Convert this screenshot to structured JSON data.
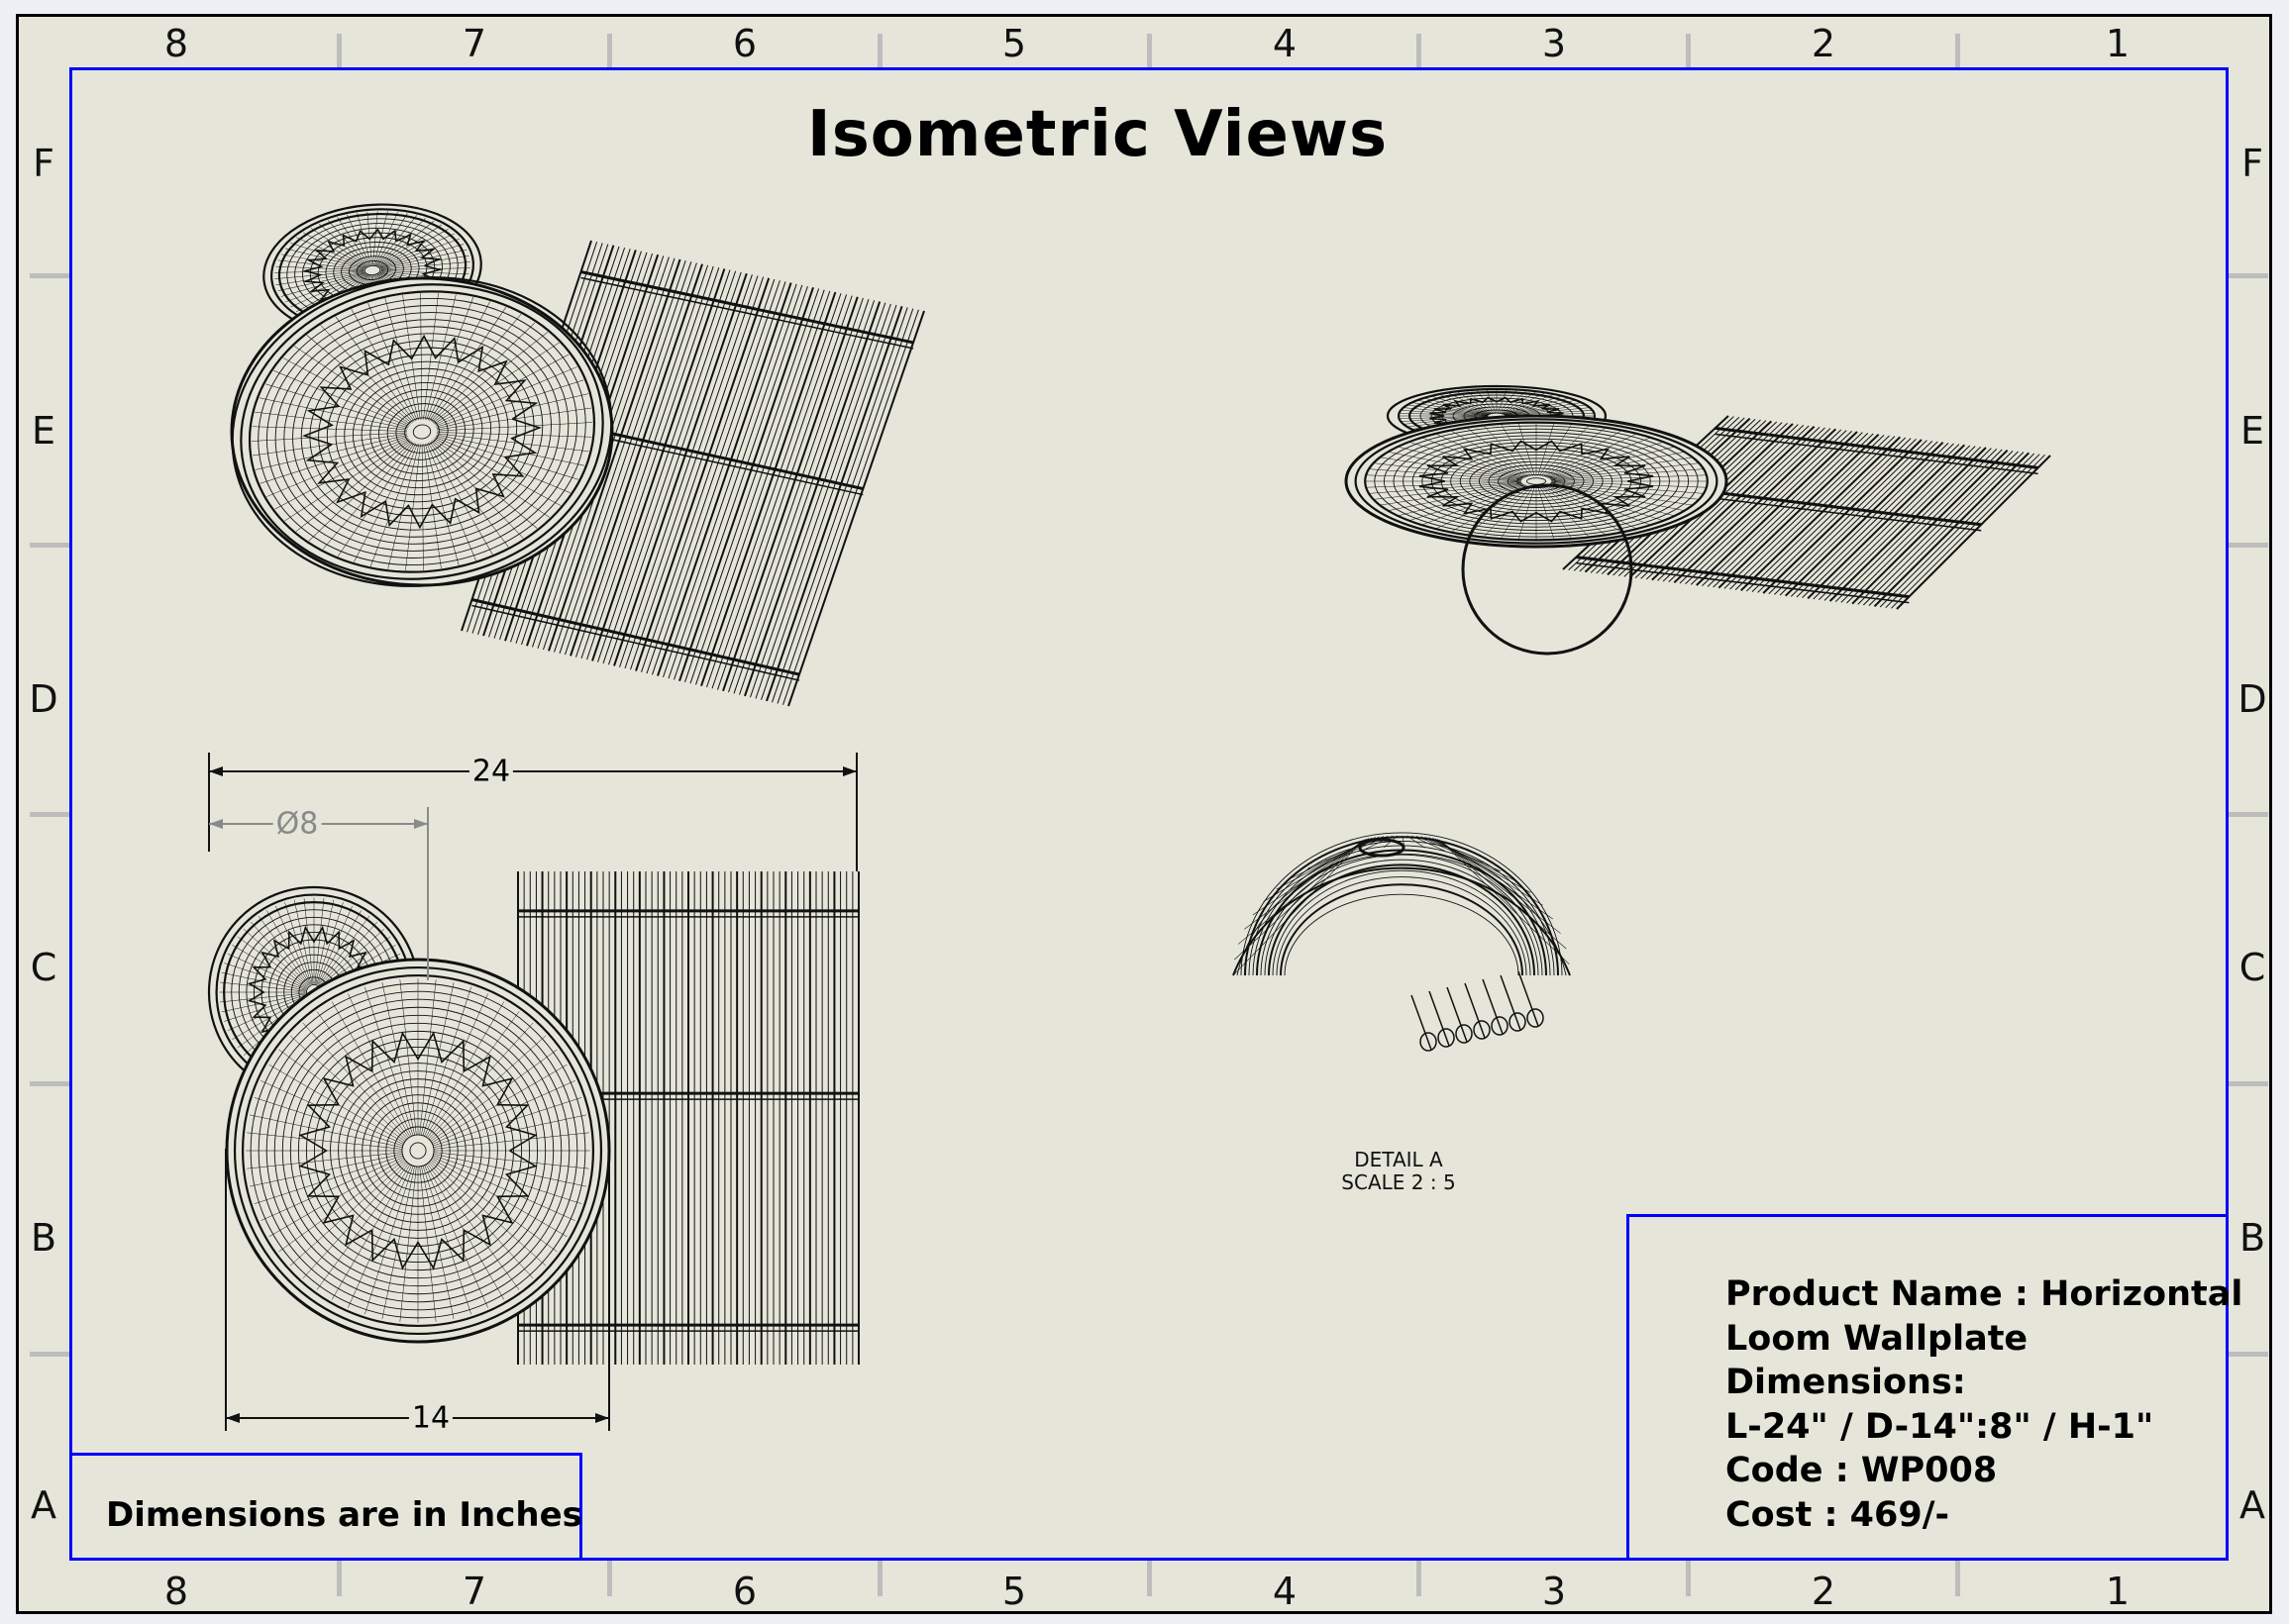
{
  "sheet": {
    "title": "Isometric Views",
    "column_labels": [
      "8",
      "7",
      "6",
      "5",
      "4",
      "3",
      "2",
      "1"
    ],
    "row_labels": [
      "F",
      "E",
      "D",
      "C",
      "B",
      "A"
    ],
    "note": "Dimensions are in Inches"
  },
  "title_block": {
    "lines": [
      "Product Name : Horizontal",
      "Loom Wallplate",
      "Dimensions:",
      "L-24\" / D-14\":8\" / H-1\"",
      "Code : WP008",
      "Cost : 469/-"
    ]
  },
  "views": {
    "detail_label": "DETAIL A",
    "detail_scale": "SCALE 2 : 5",
    "dimensions": {
      "overall_length": "24",
      "small_diameter": "Ø8",
      "large_diameter": "14"
    }
  },
  "colors": {
    "border": "#0000ff",
    "sheet": "#e5e5da",
    "dim_secondary": "#8a8a8a"
  }
}
